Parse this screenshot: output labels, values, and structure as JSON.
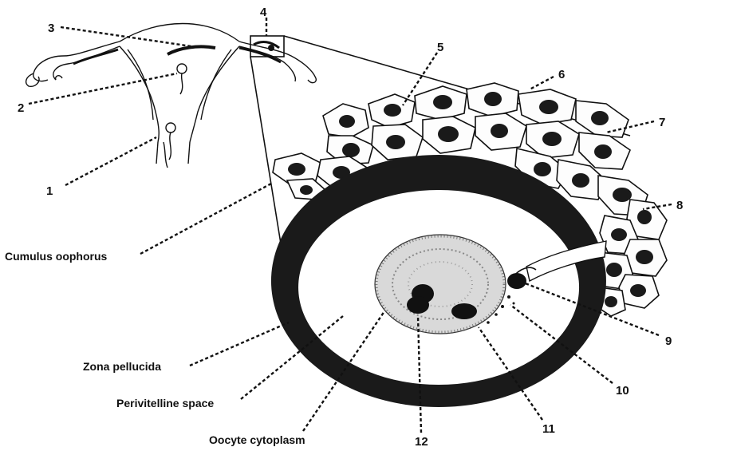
{
  "labels": {
    "n1": "1",
    "n2": "2",
    "n3": "3",
    "n4": "4",
    "n5": "5",
    "n6": "6",
    "n7": "7",
    "n8": "8",
    "n9": "9",
    "n10": "10",
    "n11": "11",
    "n12": "12",
    "cumulus": "Cumulus oophorus",
    "zona": "Zona pellucida",
    "perivitelline": "Perivitelline space",
    "cytoplasm": "Oocyte cytoplasm"
  }
}
